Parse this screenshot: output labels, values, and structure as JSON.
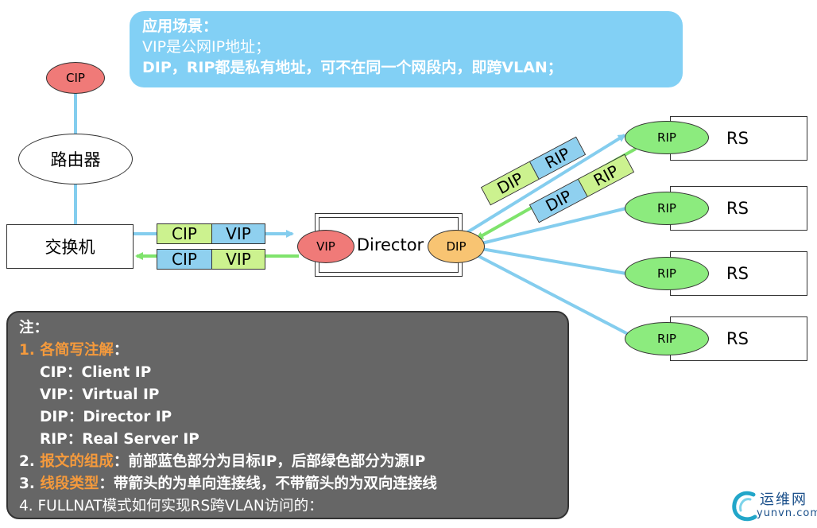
{
  "scenario": {
    "title": "应用场景：",
    "line1": "VIP是公网IP地址；",
    "line2": "DIP，RIP都是私有地址，可不在同一个网段内，即跨VLAN；"
  },
  "nodes": {
    "cip": "CIP",
    "router": "路由器",
    "switch": "交换机",
    "director": "Director",
    "vip": "VIP",
    "dip": "DIP",
    "rip": "RIP",
    "rs": "RS"
  },
  "packets": {
    "cip": "CIP",
    "vip": "VIP",
    "dip": "DIP",
    "rip": "RIP"
  },
  "notes": {
    "title": "注：",
    "s1_num": "1.",
    "s1_title": "各简写注解",
    "s1_colon": "：",
    "abbr": [
      {
        "key": "CIP",
        "sep": "：",
        "val": "Client IP"
      },
      {
        "key": "VIP",
        "sep": "：",
        "val": "Virtual IP"
      },
      {
        "key": "DIP",
        "sep": "：",
        "val": "Director IP"
      },
      {
        "key": "RIP",
        "sep": "：",
        "val": "Real Server IP"
      }
    ],
    "s2_num": "2.",
    "s2_title": "报文的组成",
    "s2_text": "：前部蓝色部分为目标IP，后部绿色部分为源IP",
    "s3_num": "3.",
    "s3_title": "线段类型",
    "s3_text": "：带箭头的为单向连接线，不带箭头的为双向连接线",
    "s4_text": "4. FULLNAT模式如何实现RS跨VLAN访问的："
  },
  "logo": {
    "cn": "运维网",
    "en": "yunvn.com"
  },
  "colors": {
    "link_blue": "#84cdee",
    "link_green": "#7fe36c",
    "scenario_bg": "#82d0f5",
    "notes_bg": "#666666",
    "accent_orange": "#f59a3c"
  }
}
